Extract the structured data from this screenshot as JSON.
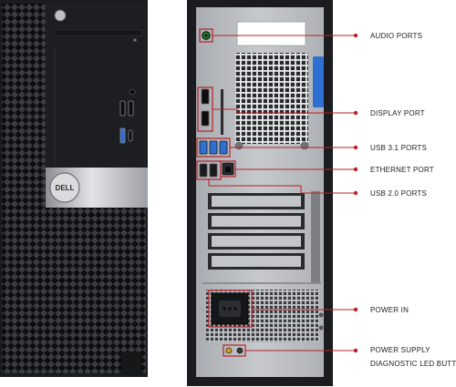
{
  "brand": {
    "logo_text": "DELL"
  },
  "colors": {
    "callout": "#b8202a",
    "chassis_black": "#1b1c1f",
    "mesh_dark": "#0d0e10",
    "silver": "#c9cbce",
    "back_panel": "#b9bcc0",
    "usb31_blue": "#2f6fd1"
  },
  "callouts": [
    {
      "id": "audio",
      "label": "AUDIO PORTS"
    },
    {
      "id": "display",
      "label": "DISPLAY PORT"
    },
    {
      "id": "usb31",
      "label": "USB 3.1 PORTS"
    },
    {
      "id": "ethernet",
      "label": "ETHERNET PORT"
    },
    {
      "id": "usb20",
      "label": "USB 2.0 PORTS"
    },
    {
      "id": "power",
      "label": "POWER IN"
    },
    {
      "id": "psu_line1",
      "label": "POWER SUPPLY"
    },
    {
      "id": "psu_line2",
      "label": "DIAGNOSTIC LED BUTTON"
    }
  ]
}
